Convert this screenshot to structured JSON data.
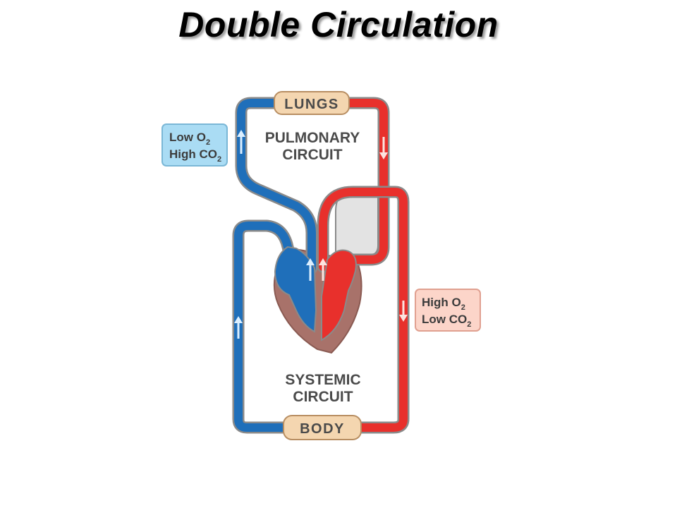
{
  "title": "Double Circulation",
  "diagram": {
    "lungs_label": "LUNGS",
    "body_label": "BODY",
    "pulmonary_label": [
      "PULMONARY",
      "CIRCUIT"
    ],
    "systemic_label": [
      "SYSTEMIC",
      "CIRCUIT"
    ],
    "deoxygenated_note": {
      "line1": "Low O",
      "sub1": "2",
      "line2": "High CO",
      "sub2": "2"
    },
    "oxygenated_note": {
      "line1": "High O",
      "sub1": "2",
      "line2": "Low CO",
      "sub2": "2"
    },
    "colors": {
      "deoxygenated": "#1f6fba",
      "oxygenated": "#e8302c",
      "heart_tissue": "#a8726a",
      "capillary_box": "#f4d6b0",
      "low_o2_box": "#aadcf4",
      "high_o2_box": "#fcd5c9"
    },
    "icons": [
      "up-arrow-icon",
      "down-arrow-icon"
    ]
  }
}
